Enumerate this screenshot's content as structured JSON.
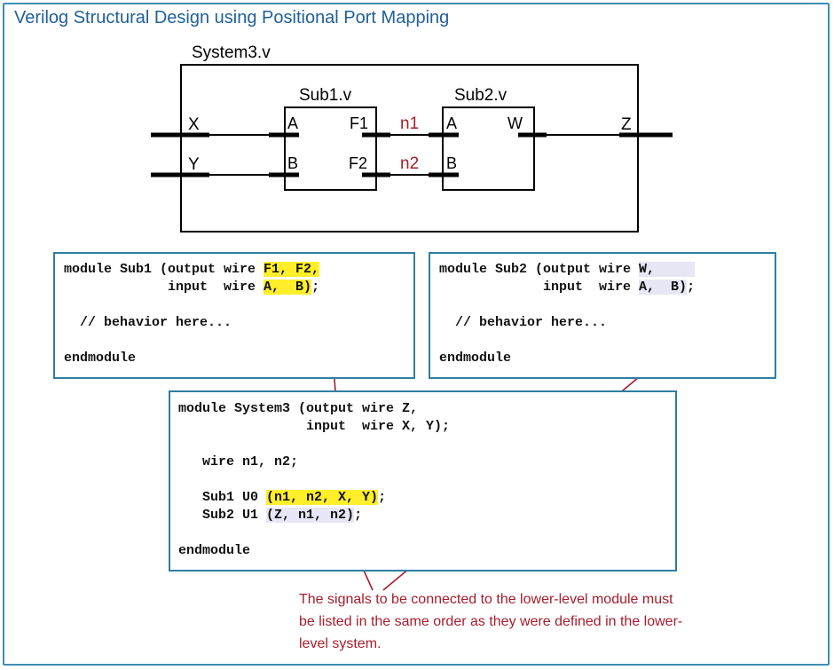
{
  "title": "Verilog Structural Design using Positional Port Mapping",
  "schematic": {
    "system_label": "System3.v",
    "sub1_label": "Sub1.v",
    "sub2_label": "Sub2.v",
    "ports": {
      "x": "X",
      "y": "Y",
      "z": "Z",
      "sub1_a": "A",
      "sub1_b": "B",
      "sub1_f1": "F1",
      "sub1_f2": "F2",
      "sub2_a": "A",
      "sub2_b": "B",
      "sub2_w": "W"
    },
    "nets": {
      "n1": "n1",
      "n2": "n2"
    }
  },
  "code_sub1": {
    "l1_pre": "module Sub1 (output wire ",
    "l1_hl": "F1, F2,",
    "l2_pre": "             input  wire ",
    "l2_hl": "A,  B)",
    "l2_post": ";",
    "l3": "  // behavior here...",
    "l4": "endmodule"
  },
  "code_sub2": {
    "l1_pre": "module Sub2 (output wire ",
    "l1_hl": "W,     ",
    "l2_pre": "             input  wire ",
    "l2_hl": "A,  B)",
    "l2_post": ";",
    "l3": "  // behavior here...",
    "l4": "endmodule"
  },
  "code_system3": {
    "l1": "module System3 (output wire Z,",
    "l2": "                input  wire X, Y);",
    "l3": "   wire n1, n2;",
    "l4_pre": "   Sub1 U0 ",
    "l4_hl": "(n1, n2, X, Y)",
    "l4_post": ";",
    "l5_pre": "   Sub2 U1 ",
    "l5_hl": "(Z, n1, n2)",
    "l5_post": ";",
    "l6": "endmodule"
  },
  "note": "The signals to be connected to the lower-level module must be listed in the same order as they were defined in the lower-level system.",
  "colors": {
    "frame": "#3c8fb5",
    "title": "#1f5f99",
    "accent_red": "#a51d2d",
    "highlight_yellow": "#ffee2a",
    "highlight_lavender": "#e6e6f4"
  }
}
